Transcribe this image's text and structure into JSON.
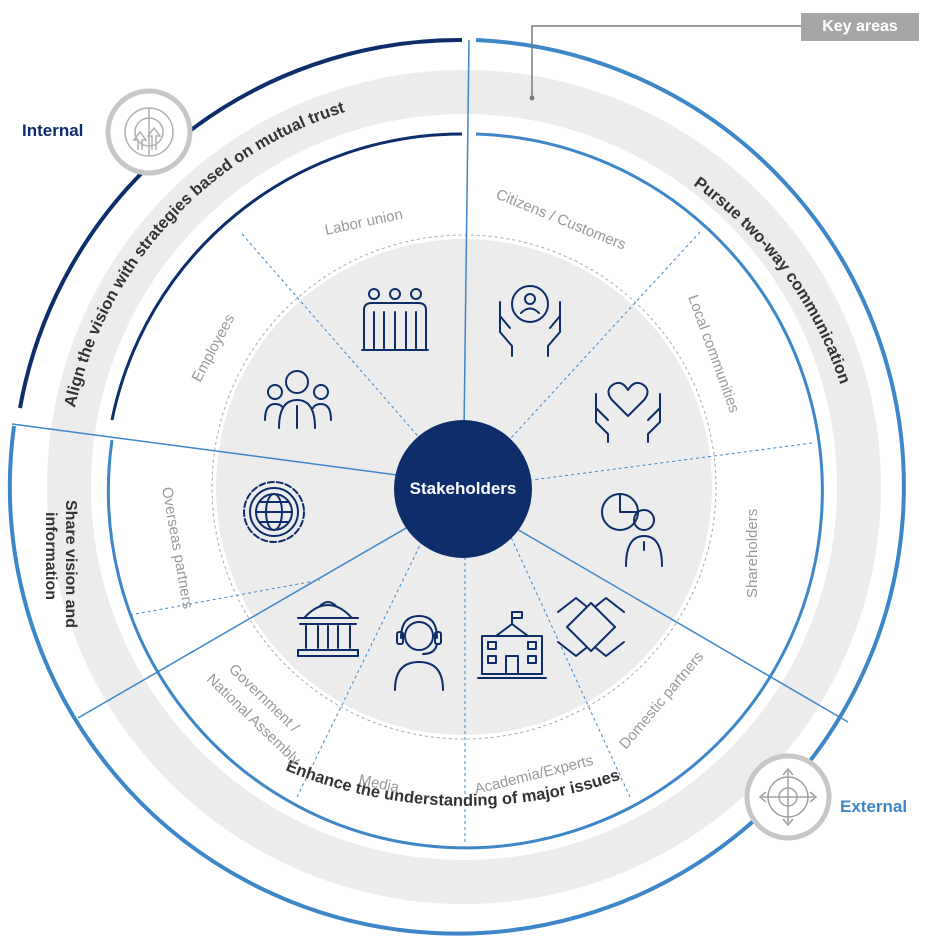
{
  "badge": {
    "key_areas": "Key areas"
  },
  "labels": {
    "internal": "Internal",
    "external": "External"
  },
  "center": "Stakeholders",
  "key_areas": {
    "align": "Align the vision with strategies based on mutual trust",
    "pursue": "Pursue two-way communication",
    "share_line1": "Share vision and",
    "share_line2": "information",
    "enhance": "Enhance the understanding of major issues"
  },
  "stakeholders": {
    "labor_union": "Labor union",
    "employees": "Employees",
    "citizens": "Citizens / Customers",
    "local": "Local communities",
    "shareholders": "Shareholders",
    "domestic": "Domestic partners",
    "academia": "Academia/Experts",
    "media": "Media",
    "government_line1": "Government /",
    "government_line2": "National Assembly",
    "overseas": "Overseas partners"
  },
  "icons": {
    "labor_union": "group-of-people-icon",
    "employees": "team-people-icon",
    "citizens": "hands-holding-person-icon",
    "local": "hands-holding-heart-icon",
    "shareholders": "person-with-pie-chart-icon",
    "domestic": "joined-hands-icon",
    "academia": "school-building-icon",
    "media": "headset-person-icon",
    "government": "government-building-icon",
    "overseas": "globe-gear-icon",
    "internal": "radar-arrows-icon",
    "external": "compass-target-icon"
  },
  "colors": {
    "navy": "#0d2d6b",
    "blue": "#3d87c9",
    "light_gray": "#ececec",
    "mid_gray": "#e4e4e4",
    "text_gray": "#9a9a9a",
    "dark_text": "#333333"
  }
}
